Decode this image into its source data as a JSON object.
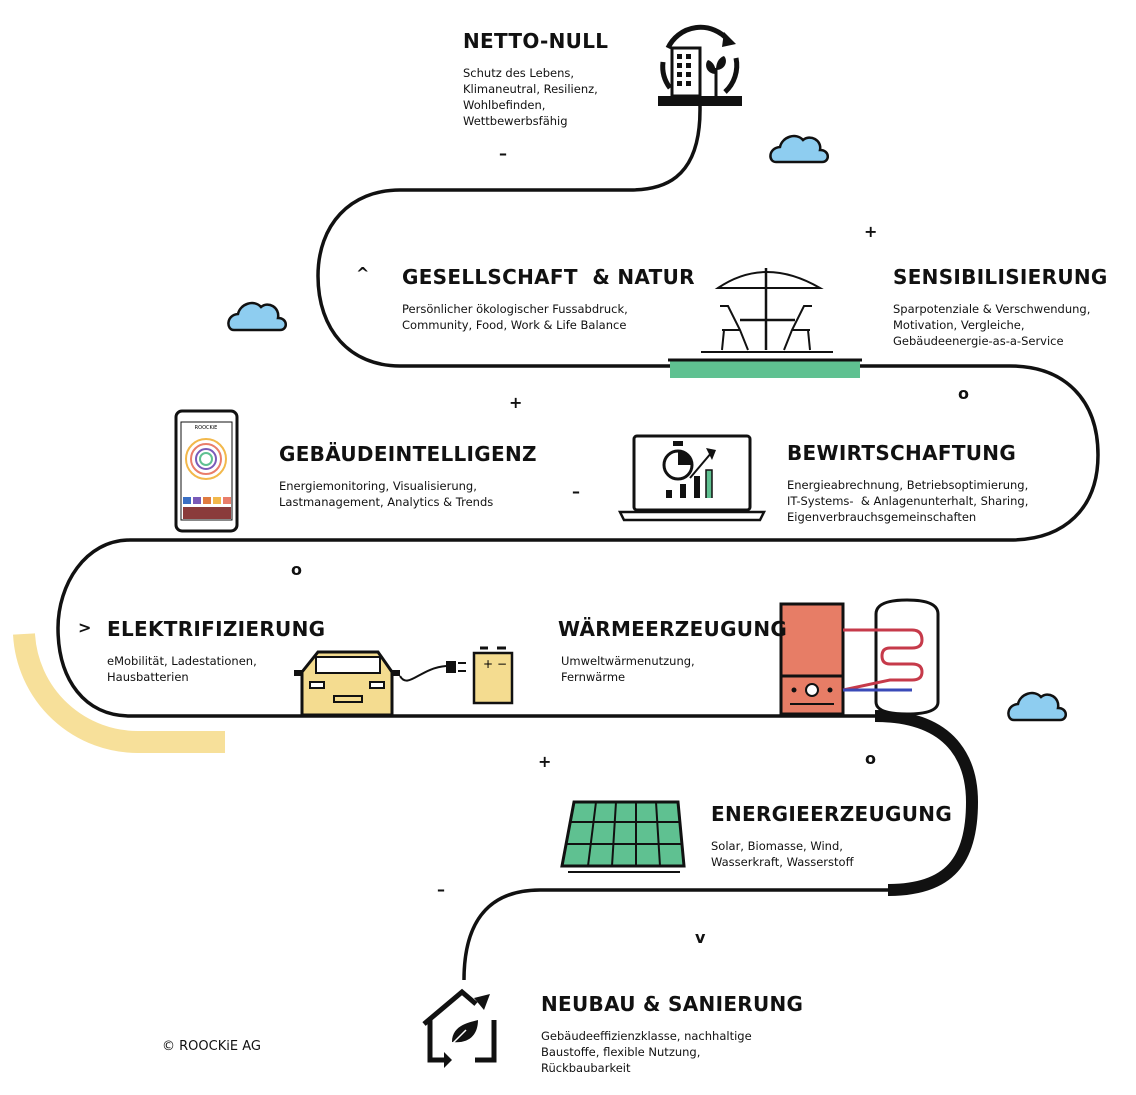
{
  "stages": {
    "netto_null": {
      "title": "NETTO-NULL",
      "lines": [
        "Schutz des Lebens,",
        "Klimaneutral, Resilienz,",
        "Wohlbefinden,",
        "Wettbewerbsfähig"
      ]
    },
    "gesellschaft": {
      "title": "GESELLSCHAFT  & NATUR",
      "lines": [
        "Persönlicher ökologischer Fussabdruck,",
        "Community, Food, Work & Life Balance"
      ]
    },
    "sensibilisierung": {
      "title": "SENSIBILISIERUNG",
      "lines": [
        "Sparpotenziale & Verschwendung,",
        "Motivation, Vergleiche,",
        "Gebäudeenergie-as-a-Service"
      ]
    },
    "gebaeudeintelligenz": {
      "title": "GEBÄUDEINTELLIGENZ",
      "lines": [
        "Energiemonitoring, Visualisierung,",
        "Lastmanagement, Analytics & Trends"
      ]
    },
    "bewirtschaftung": {
      "title": "BEWIRTSCHAFTUNG",
      "lines": [
        "Energieabrechnung, Betriebsoptimierung,",
        "IT-Systems-  & Anlagenunterhalt, Sharing,",
        "Eigenverbrauchsgemeinschaften"
      ]
    },
    "elektrifizierung": {
      "title": "ELEKTRIFIZIERUNG",
      "lines": [
        "eMobilität, Ladestationen,",
        "Hausbatterien"
      ]
    },
    "waermeerzeugung": {
      "title": "WÄRMEERZEUGUNG",
      "lines": [
        "Umweltwärmenutzung,",
        "Fernwärme"
      ]
    },
    "energieerzeugung": {
      "title": "ENERGIEERZEUGUNG",
      "lines": [
        "Solar, Biomasse, Wind,",
        "Wasserkraft, Wasserstoff"
      ]
    },
    "neubau": {
      "title": "NEUBAU & SANIERUNG",
      "lines": [
        "Gebäudeeffizienzklasse, nachhaltige",
        "Baustoffe, flexible Nutzung,",
        "Rückbaubarkeit"
      ]
    }
  },
  "markers": {
    "m1": "–",
    "m2": "+",
    "m3": "^",
    "m4": "+",
    "m5": "o",
    "m6": "–",
    "m7": "o",
    "m8": ">",
    "m9": "+",
    "m10": "o",
    "m11": "–",
    "m12": "v"
  },
  "phone_brand": "ROOCKiE",
  "copyright": "© ROOCKiE AG",
  "colors": {
    "path": "#111111",
    "cloud": "#8ecdf0",
    "grass": "#5fc191",
    "yellow_arc": "#f7e09a",
    "car": "#f4dc90",
    "boiler": "#e77d66",
    "solar": "#5fc191"
  }
}
